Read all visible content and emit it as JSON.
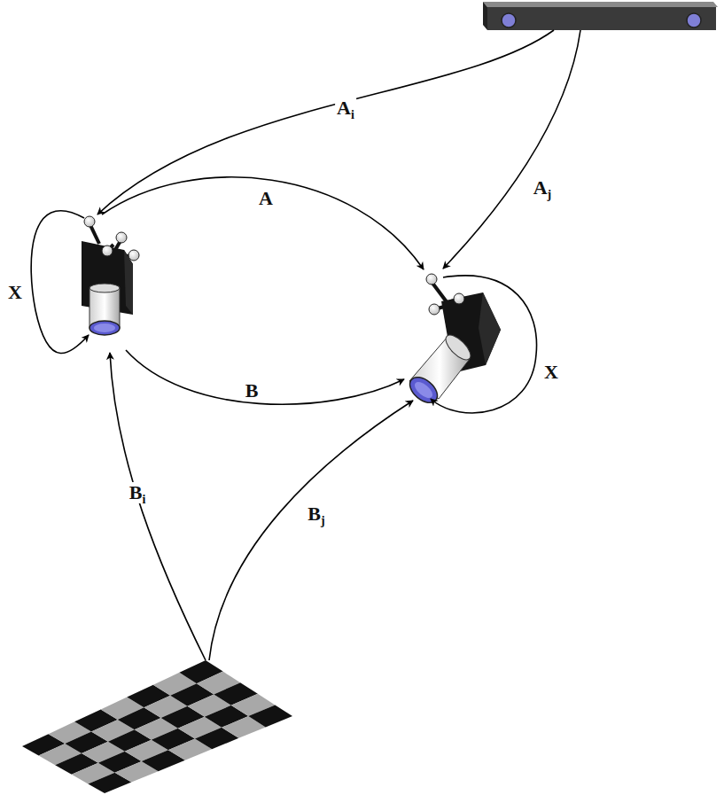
{
  "diagram": {
    "labels": [
      "Ai",
      "A",
      "Aj",
      "X",
      "B",
      "X",
      "Bi",
      "Bj"
    ]
  }
}
